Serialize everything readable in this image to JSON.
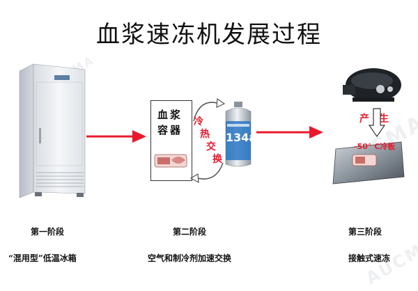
{
  "title": "血浆速冻机发展过程",
  "watermark": "AUCMA",
  "stage1": {
    "label": "第一阶段",
    "desc": "“混用型”低温冰箱"
  },
  "stage2": {
    "label": "第二阶段",
    "desc": "空气和制冷剂加速交换",
    "box_line1": "血浆",
    "box_line2": "容器",
    "exchange_chars": [
      "冷",
      "热",
      "交",
      "换"
    ],
    "can_label": "134a"
  },
  "stage3": {
    "label": "第三阶段",
    "desc": "接触式速冻",
    "produce_chars": [
      "产",
      "生"
    ],
    "plate_text": "-50° C冷板"
  },
  "colors": {
    "arrow_red": "#e8192c",
    "accent_blue": "#2a77c5"
  }
}
